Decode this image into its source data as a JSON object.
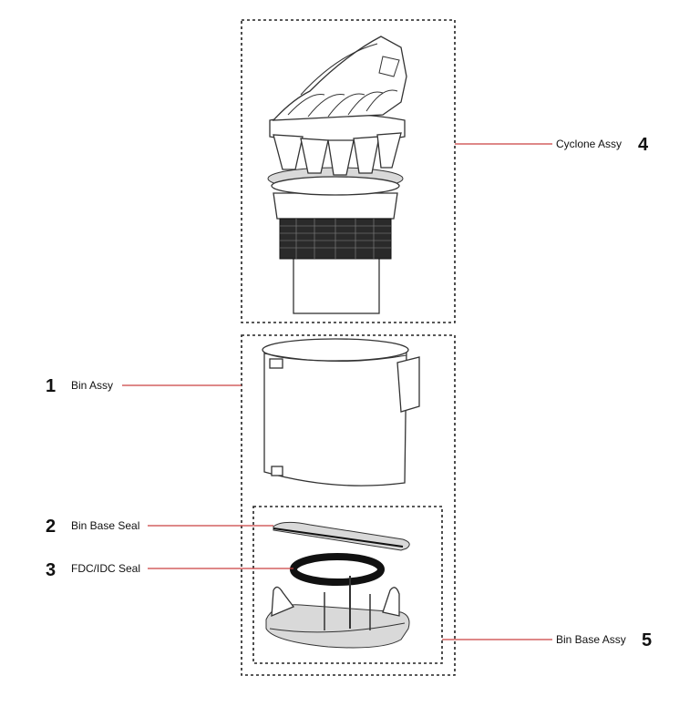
{
  "callouts": [
    {
      "id": "bin-assy",
      "number": "1",
      "label": "Bin Assy"
    },
    {
      "id": "bin-base-seal",
      "number": "2",
      "label": "Bin Base Seal"
    },
    {
      "id": "fdc-idc-seal",
      "number": "3",
      "label": "FDC/IDC Seal"
    },
    {
      "id": "cyclone-assy",
      "number": "4",
      "label": "Cyclone Assy"
    },
    {
      "id": "bin-base-assy",
      "number": "5",
      "label": "Bin Base Assy"
    }
  ],
  "colors": {
    "leader": "#c94040",
    "outline": "#222222"
  }
}
